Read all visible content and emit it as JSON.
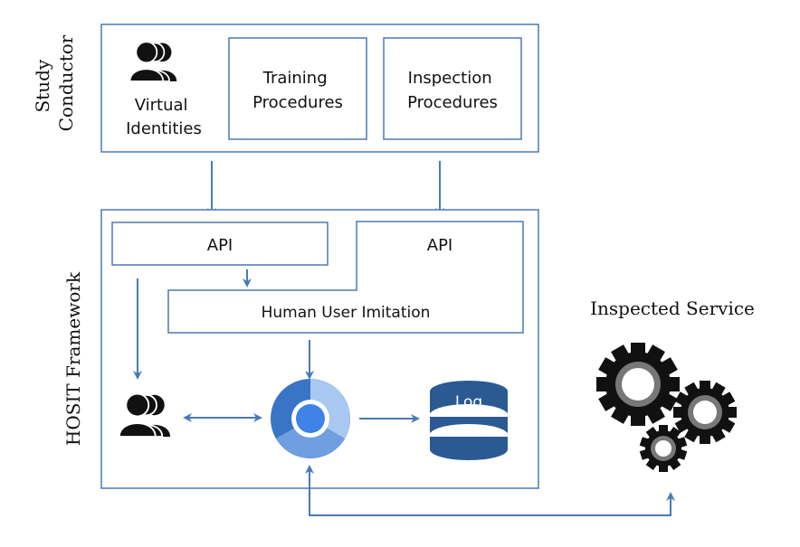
{
  "study_conductor": {
    "label_line1": "Study",
    "label_line2": "Conductor",
    "virtual_identities_line1": "Virtual",
    "virtual_identities_line2": "Identities",
    "training_line1": "Training",
    "training_line2": "Procedures",
    "inspection_line1": "Inspection",
    "inspection_line2": "Procedures"
  },
  "framework": {
    "label": "HOSIT Framework",
    "api_left": "API",
    "api_right": "API",
    "imitation": "Human User Imitation",
    "log": "Log"
  },
  "inspected_service": {
    "label": "Inspected Service"
  },
  "colors": {
    "border": "#4a7ab5",
    "arrow": "#4a7ab5",
    "icon_dark": "#111111",
    "db_blue": "#2b5a93",
    "chrome_outer": "#3a74c6",
    "chrome_inner": "#3f82e8"
  }
}
